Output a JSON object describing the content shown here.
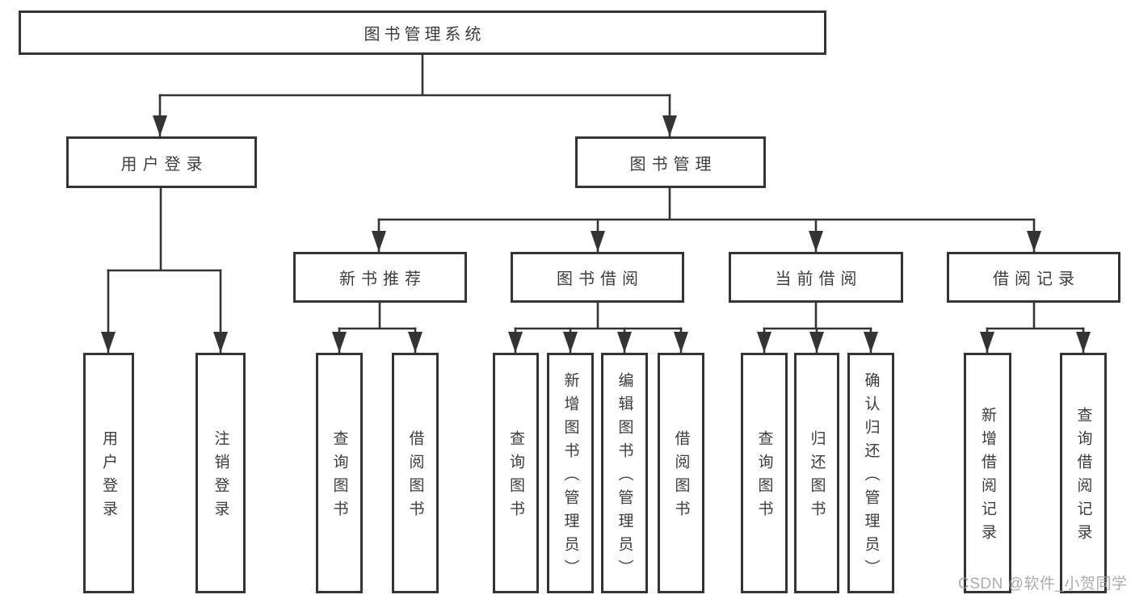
{
  "tree": {
    "label": "图书管理系统",
    "children": [
      {
        "label": "用户登录",
        "children": [
          {
            "label": "用户登录"
          },
          {
            "label": "注销登录"
          }
        ]
      },
      {
        "label": "图书管理",
        "children": [
          {
            "label": "新书推荐",
            "children": [
              {
                "label": "查询图书"
              },
              {
                "label": "借阅图书"
              }
            ]
          },
          {
            "label": "图书借阅",
            "children": [
              {
                "label": "查询图书"
              },
              {
                "label": "新增图书（管理员）"
              },
              {
                "label": "编辑图书（管理员）"
              },
              {
                "label": "借阅图书"
              }
            ]
          },
          {
            "label": "当前借阅",
            "children": [
              {
                "label": "查询图书"
              },
              {
                "label": "归还图书"
              },
              {
                "label": "确认归还（管理员）"
              }
            ]
          },
          {
            "label": "借阅记录",
            "children": [
              {
                "label": "新增借阅记录"
              },
              {
                "label": "查询借阅记录"
              }
            ]
          }
        ]
      }
    ]
  },
  "watermark": {
    "text": "CSDN @软件_小贺同学"
  },
  "colors": {
    "line": "#343434",
    "box_border": "#343434",
    "box_background": "#ffffff",
    "text": "#3d3d3d",
    "watermark": "#9e9e9e"
  }
}
